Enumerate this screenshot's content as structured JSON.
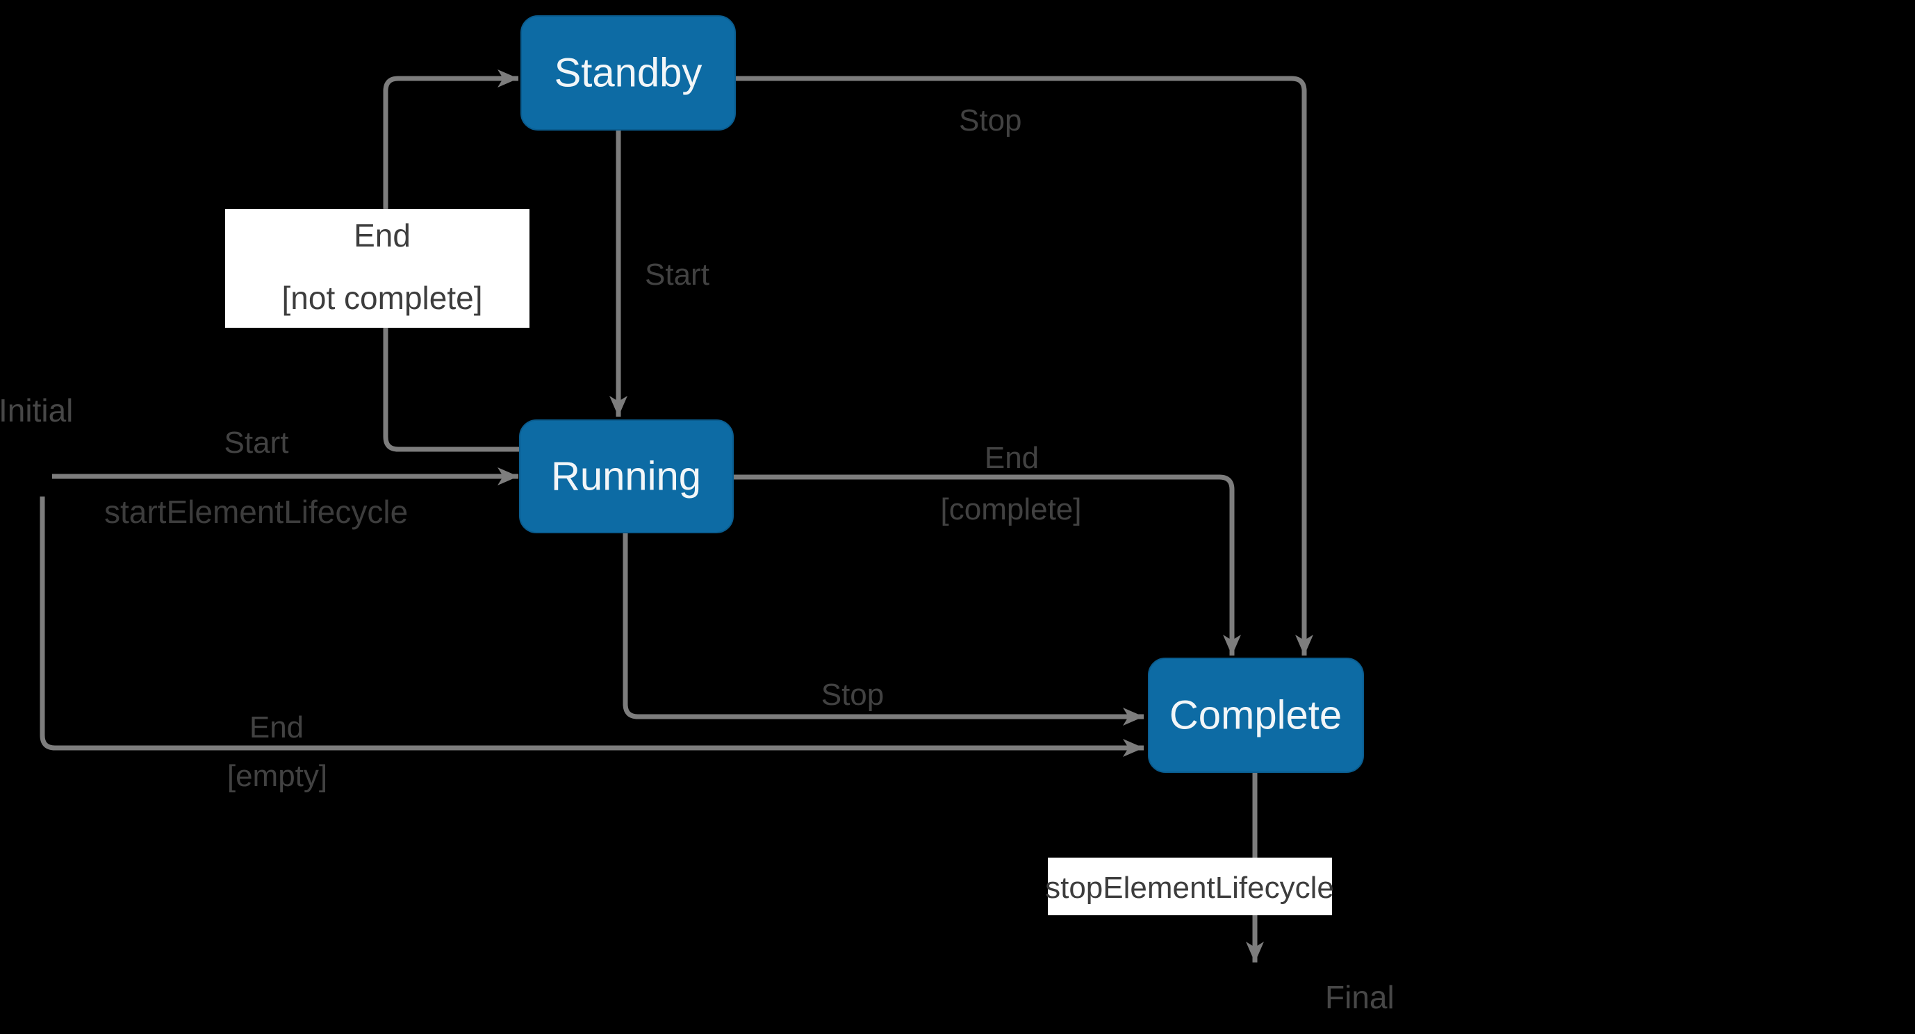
{
  "diagram": {
    "type": "uml-state-machine",
    "background": "#000000",
    "colors": {
      "state_fill": "#0d6ba4",
      "state_border": "#0a5d90",
      "state_text": "#f2f6f8",
      "connector": "#7d7d7d",
      "label_text": "#424242",
      "note_bg": "#ffffff",
      "note_text": "#3d3d3d"
    },
    "pseudostates": {
      "initial_label": "Initial",
      "final_label": "Final"
    },
    "states": [
      {
        "label": "Standby"
      },
      {
        "label": "Running"
      },
      {
        "label": "Complete"
      }
    ],
    "transitions": [
      {
        "from": "Initial",
        "to": "Running",
        "trigger": "Start",
        "effect": "startElementLifecycle"
      },
      {
        "from": "Initial",
        "to": "Complete",
        "trigger": "End",
        "guard": "[empty]"
      },
      {
        "from": "Standby",
        "to": "Running",
        "trigger": "Start"
      },
      {
        "from": "Running",
        "to": "Standby",
        "trigger": "End",
        "guard": "[not complete]"
      },
      {
        "from": "Standby",
        "to": "Complete",
        "trigger": "Stop"
      },
      {
        "from": "Running",
        "to": "Complete",
        "trigger": "End",
        "guard": "[complete]"
      },
      {
        "from": "Running",
        "to": "Complete",
        "trigger": "Stop"
      },
      {
        "from": "Complete",
        "to": "Final",
        "effect": "stopElementLifecycle"
      }
    ]
  }
}
